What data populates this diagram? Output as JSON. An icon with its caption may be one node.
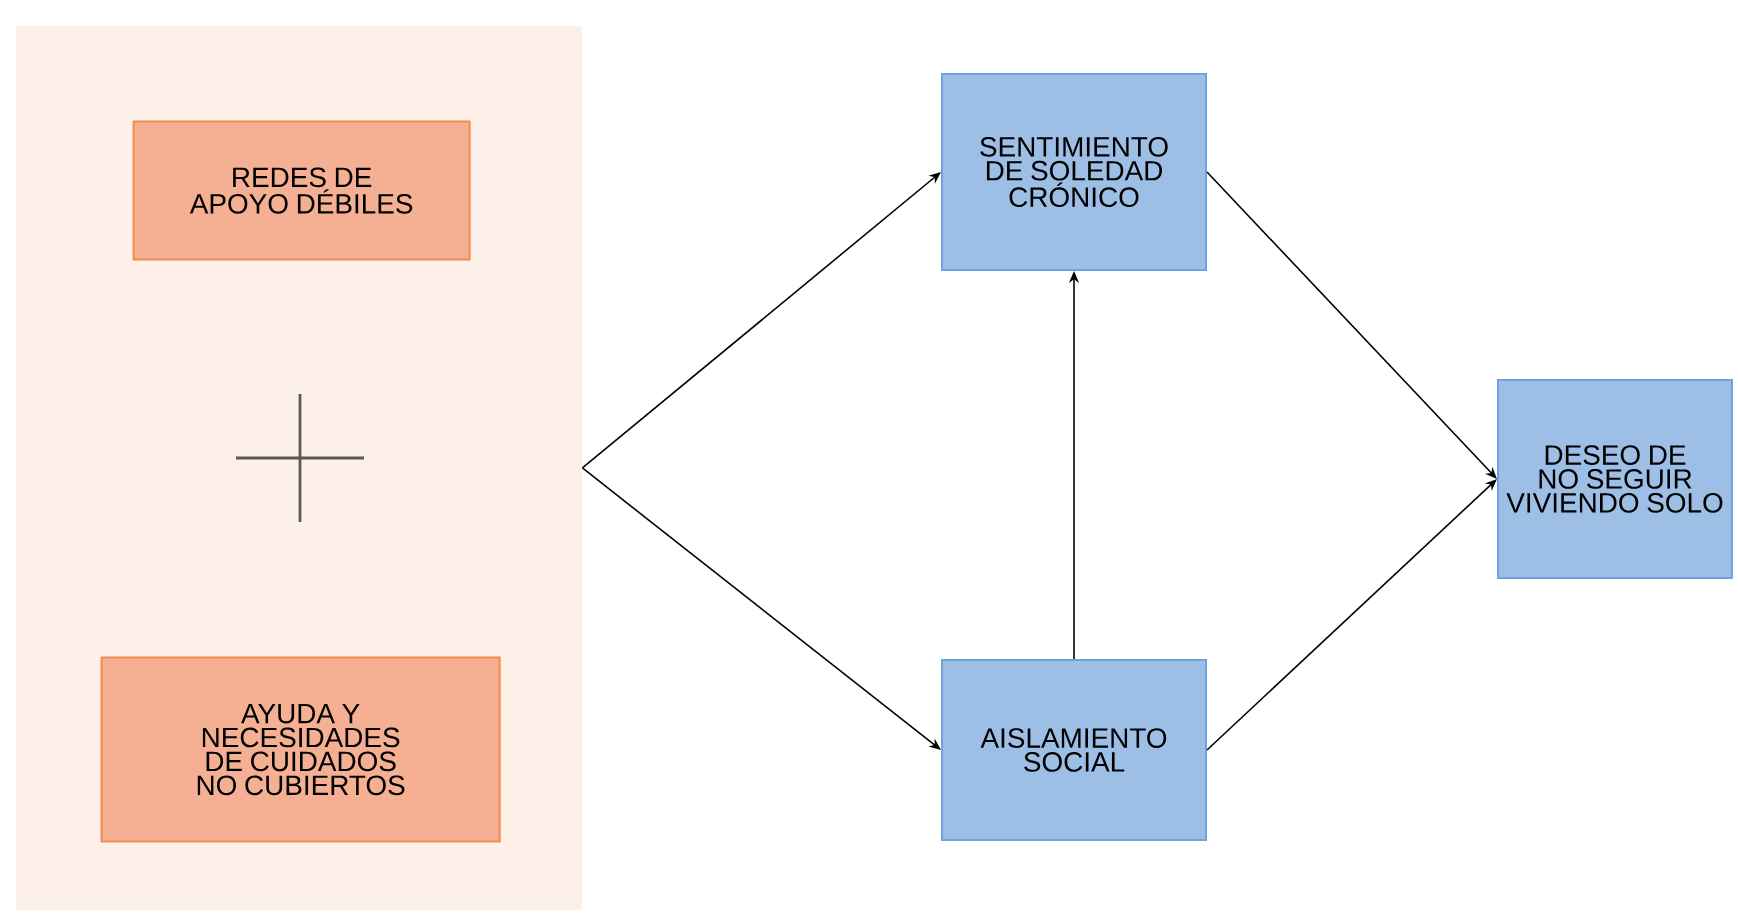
{
  "diagram": {
    "nodes": [
      {
        "text": [],
        "shape": "box"
      },
      {
        "text": [
          "REDES DE APOYO DÉBILES"
        ],
        "in": 0
      },
      {
        "text": [
          "AYUDA Y NECESIDADES DE CUIDADOS NO CUBIERTOS"
        ],
        "in": 0
      },
      {
        "text": [
          "SENTIMIENTO DE SOLEDAD CRÓNICO"
        ]
      },
      {
        "text": [
          "AISLAMIENTO SOCIAL"
        ]
      },
      {
        "text": [
          "DESEO DE NO SEGUIR VIVIENDO SOLO"
        ]
      }
    ],
    "edges": [
      {
        "from": 0,
        "to": 3,
        "arrow": "to"
      },
      {
        "from": 0,
        "to": 4,
        "arrow": "to"
      },
      {
        "from": 4,
        "to": 3,
        "arrow": "to"
      },
      {
        "from": 3,
        "to": 5,
        "arrow": "to"
      },
      {
        "from": 4,
        "to": 5,
        "arrow": "to"
      }
    ]
  }
}
